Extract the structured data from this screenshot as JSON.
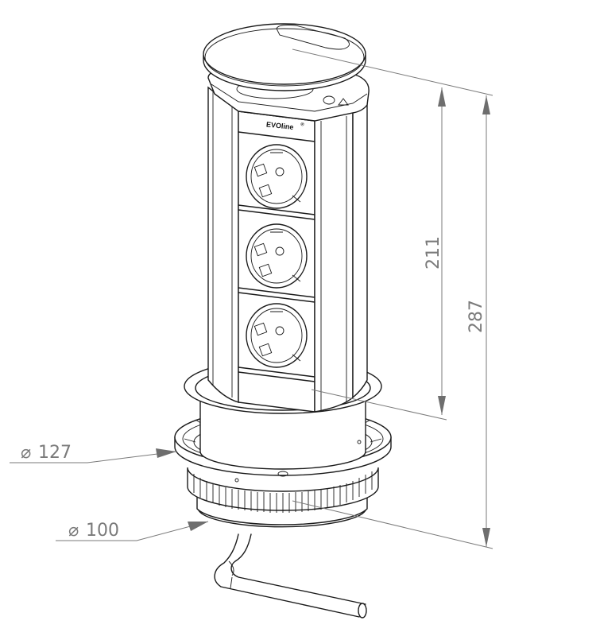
{
  "diagram": {
    "subject": "Pop-up desk power socket tower",
    "brand_label": "EVOline",
    "brand_mark": "®",
    "socket_count": 3,
    "colors": {
      "line": "#1a1a1a",
      "dimension": "#7a7a7a",
      "background": "#ffffff"
    }
  },
  "dimensions": {
    "height_body": {
      "value": "211",
      "orientation": "vertical"
    },
    "height_total": {
      "value": "287",
      "orientation": "vertical"
    },
    "diameter_flange": {
      "symbol": "⌀",
      "value": "127"
    },
    "diameter_base": {
      "symbol": "⌀",
      "value": "100"
    }
  }
}
